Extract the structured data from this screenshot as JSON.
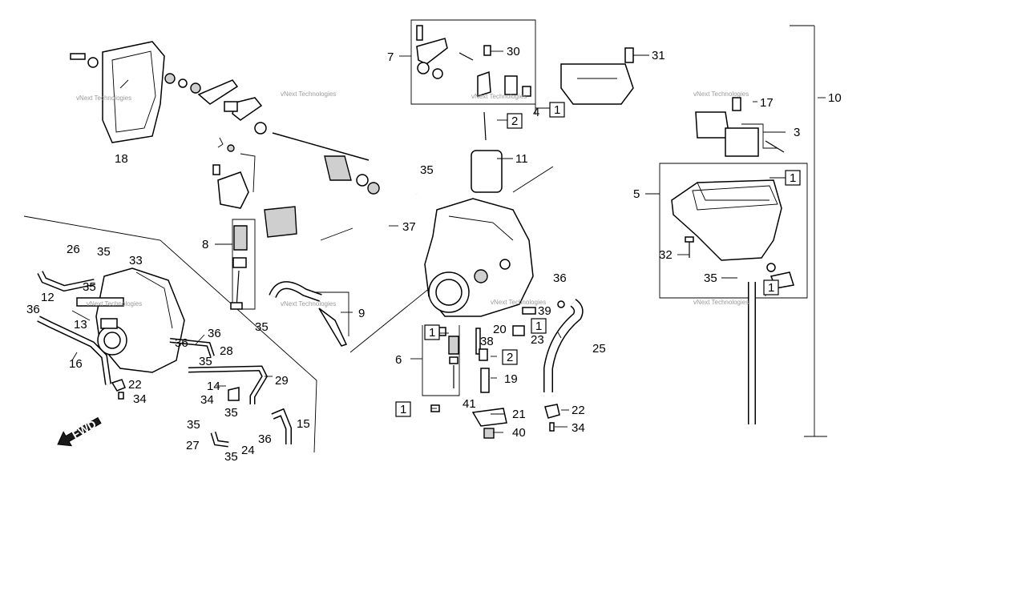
{
  "watermark": "vNext Technologies",
  "fwd_label": "FWD",
  "callouts": [
    "7",
    "30",
    "31",
    "4",
    "18",
    "8",
    "9",
    "35",
    "37",
    "11",
    "10",
    "17",
    "3",
    "5",
    "32",
    "26",
    "12",
    "36",
    "13",
    "16",
    "33",
    "22",
    "34",
    "14",
    "27",
    "24",
    "15",
    "29",
    "28",
    "6",
    "38",
    "39",
    "20",
    "23",
    "19",
    "41",
    "21",
    "40",
    "25",
    "2",
    "1"
  ],
  "boxed_labels": [
    "1",
    "2"
  ]
}
